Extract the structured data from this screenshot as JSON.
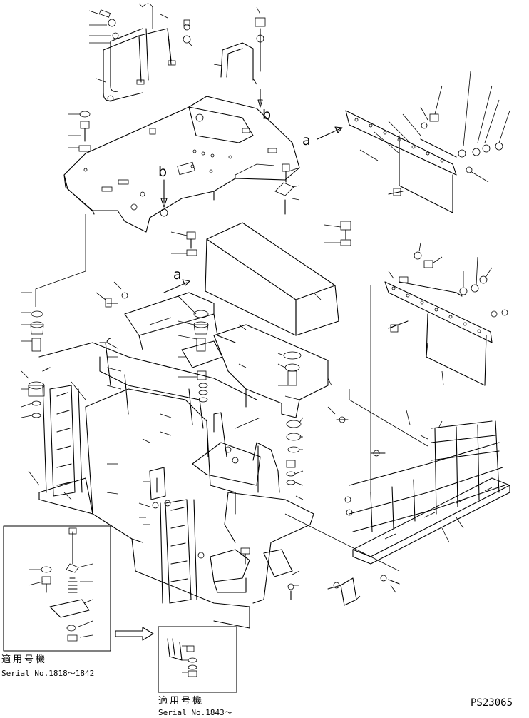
{
  "callouts": {
    "a_upper": "a",
    "a_lower": "a",
    "b_upper": "b",
    "b_lower": "b"
  },
  "inset_left": {
    "applicable_model": "適用号機",
    "serial_range": "Serial No.1818〜1842"
  },
  "inset_right": {
    "applicable_model": "適用号機",
    "serial_range": "Serial No.1843〜"
  },
  "figure_id": "PS23065"
}
